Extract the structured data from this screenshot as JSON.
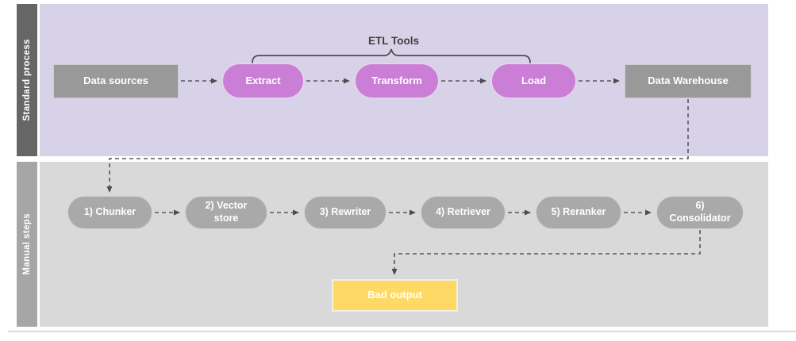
{
  "diagram": {
    "title_annotation": "ETL Tools",
    "lanes": [
      {
        "label": "Standard process"
      },
      {
        "label": "Manual steps"
      }
    ],
    "nodes": {
      "data_sources": "Data sources",
      "extract": "Extract",
      "transform": "Transform",
      "load": "Load",
      "data_warehouse": "Data Warehouse",
      "chunker": "1) Chunker",
      "vector_store": "2) Vector store",
      "rewriter": "3) Rewriter",
      "retriever": "4) Retriever",
      "reranker": "5) Reranker",
      "consolidator": "6) Consolidator",
      "bad_output": "Bad output"
    },
    "colors": {
      "standard_lane_bg": "#d8d2e8",
      "standard_lane_bar": "#666666",
      "manual_lane_bg": "#d9d9d9",
      "manual_lane_bar": "#a6a6a6",
      "gray_node": "#999999",
      "purple_node": "#ca7ed5",
      "manual_pill": "#a9a9a9",
      "bad_output_node": "#ffd966",
      "connector": "#595959",
      "annotation_text": "#3f3f3f"
    }
  }
}
